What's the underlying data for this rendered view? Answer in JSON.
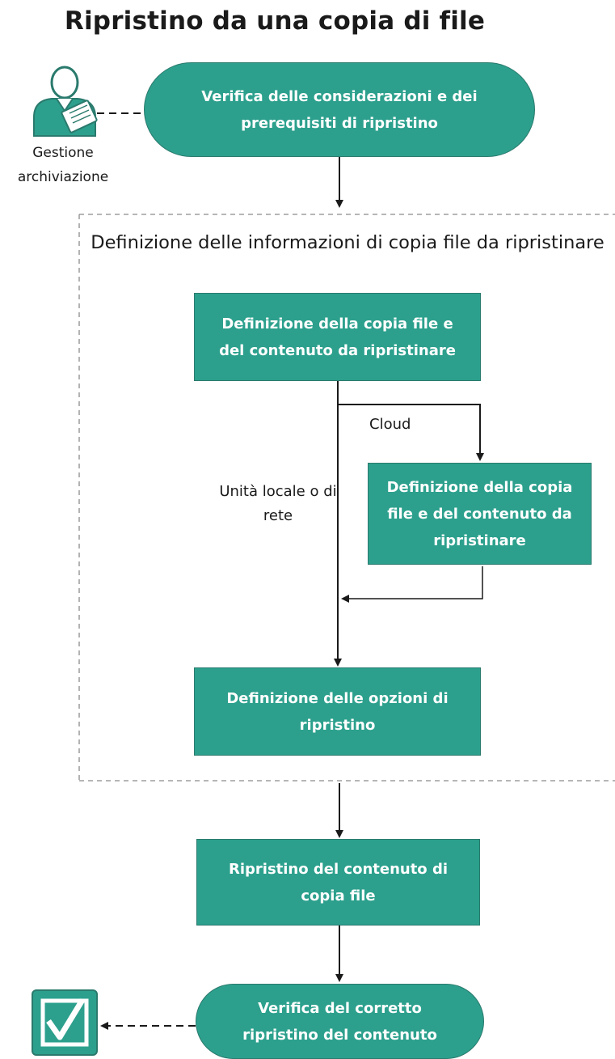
{
  "title": "Ripristino da una copia di file",
  "actor": {
    "label": "Gestione archiviazione",
    "icon": "storage-manager-icon"
  },
  "group": {
    "title": "Definizione delle informazioni di copia file da ripristinare"
  },
  "steps": {
    "review": "Verifica delle considerazioni e dei prerequisiti di ripristino",
    "define_copy": "Definizione della copia file e del contenuto da ripristinare",
    "define_cloud": "Definizione della copia file e del contenuto da ripristinare",
    "define_options": "Definizione delle opzioni di ripristino",
    "restore": "Ripristino del contenuto di copia file",
    "verify": "Verifica del corretto ripristino del contenuto"
  },
  "branches": {
    "cloud": "Cloud",
    "local": "Unità locale o di rete"
  },
  "end_icon": "checkmark-icon",
  "colors": {
    "node_fill": "#2ca08d",
    "node_border": "#2a7a6d",
    "connector": "#333333",
    "dashed": "#8a8a8a"
  }
}
